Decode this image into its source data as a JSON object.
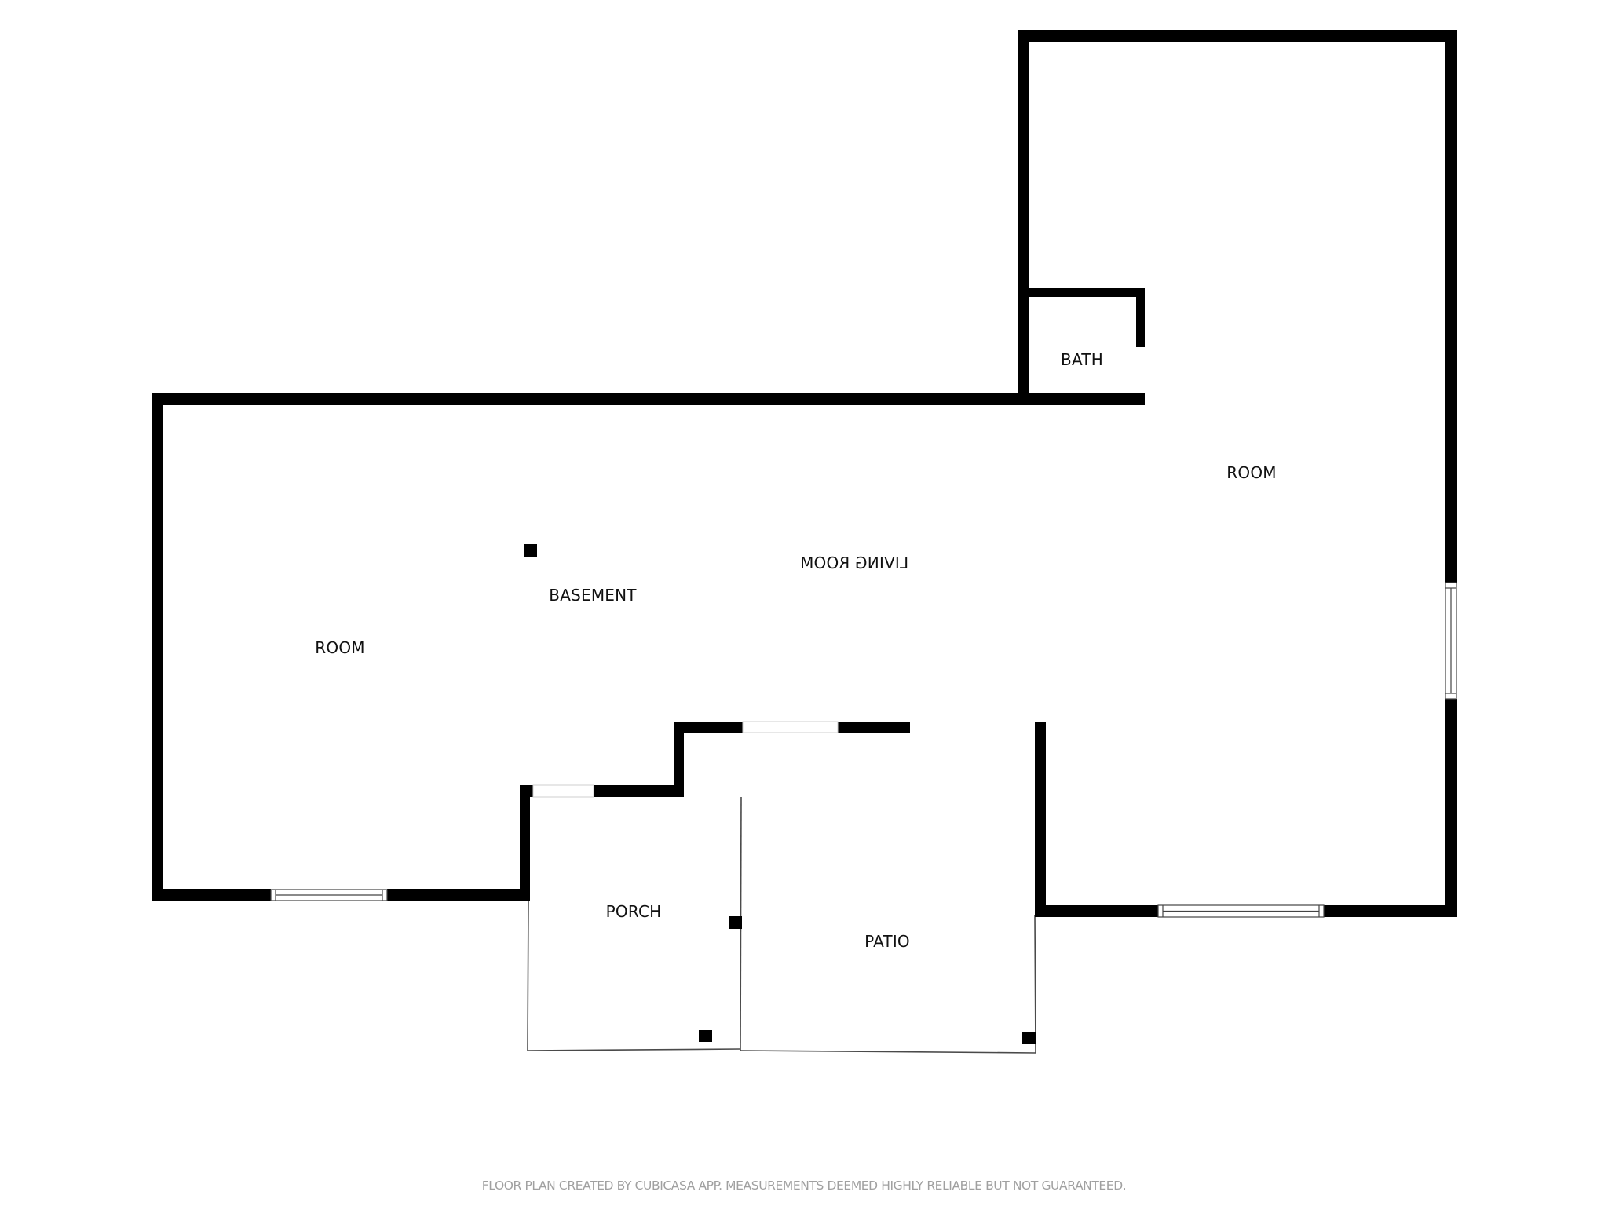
{
  "floor_plan": {
    "rooms": [
      {
        "id": "room_left",
        "label": "ROOM"
      },
      {
        "id": "basement",
        "label": "BASEMENT"
      },
      {
        "id": "living_room",
        "label": "LIVING ROOM",
        "mirrored": true
      },
      {
        "id": "room_right",
        "label": "ROOM"
      },
      {
        "id": "bath",
        "label": "BATH"
      },
      {
        "id": "porch",
        "label": "PORCH"
      },
      {
        "id": "patio",
        "label": "PATIO"
      }
    ],
    "wall_color": "#000000",
    "outline_color": "#555555",
    "background_color": "#ffffff"
  },
  "footer": {
    "disclaimer": "FLOOR PLAN CREATED BY CUBICASA APP. MEASUREMENTS DEEMED HIGHLY RELIABLE BUT NOT GUARANTEED.",
    "color": "#a0a0a0"
  }
}
